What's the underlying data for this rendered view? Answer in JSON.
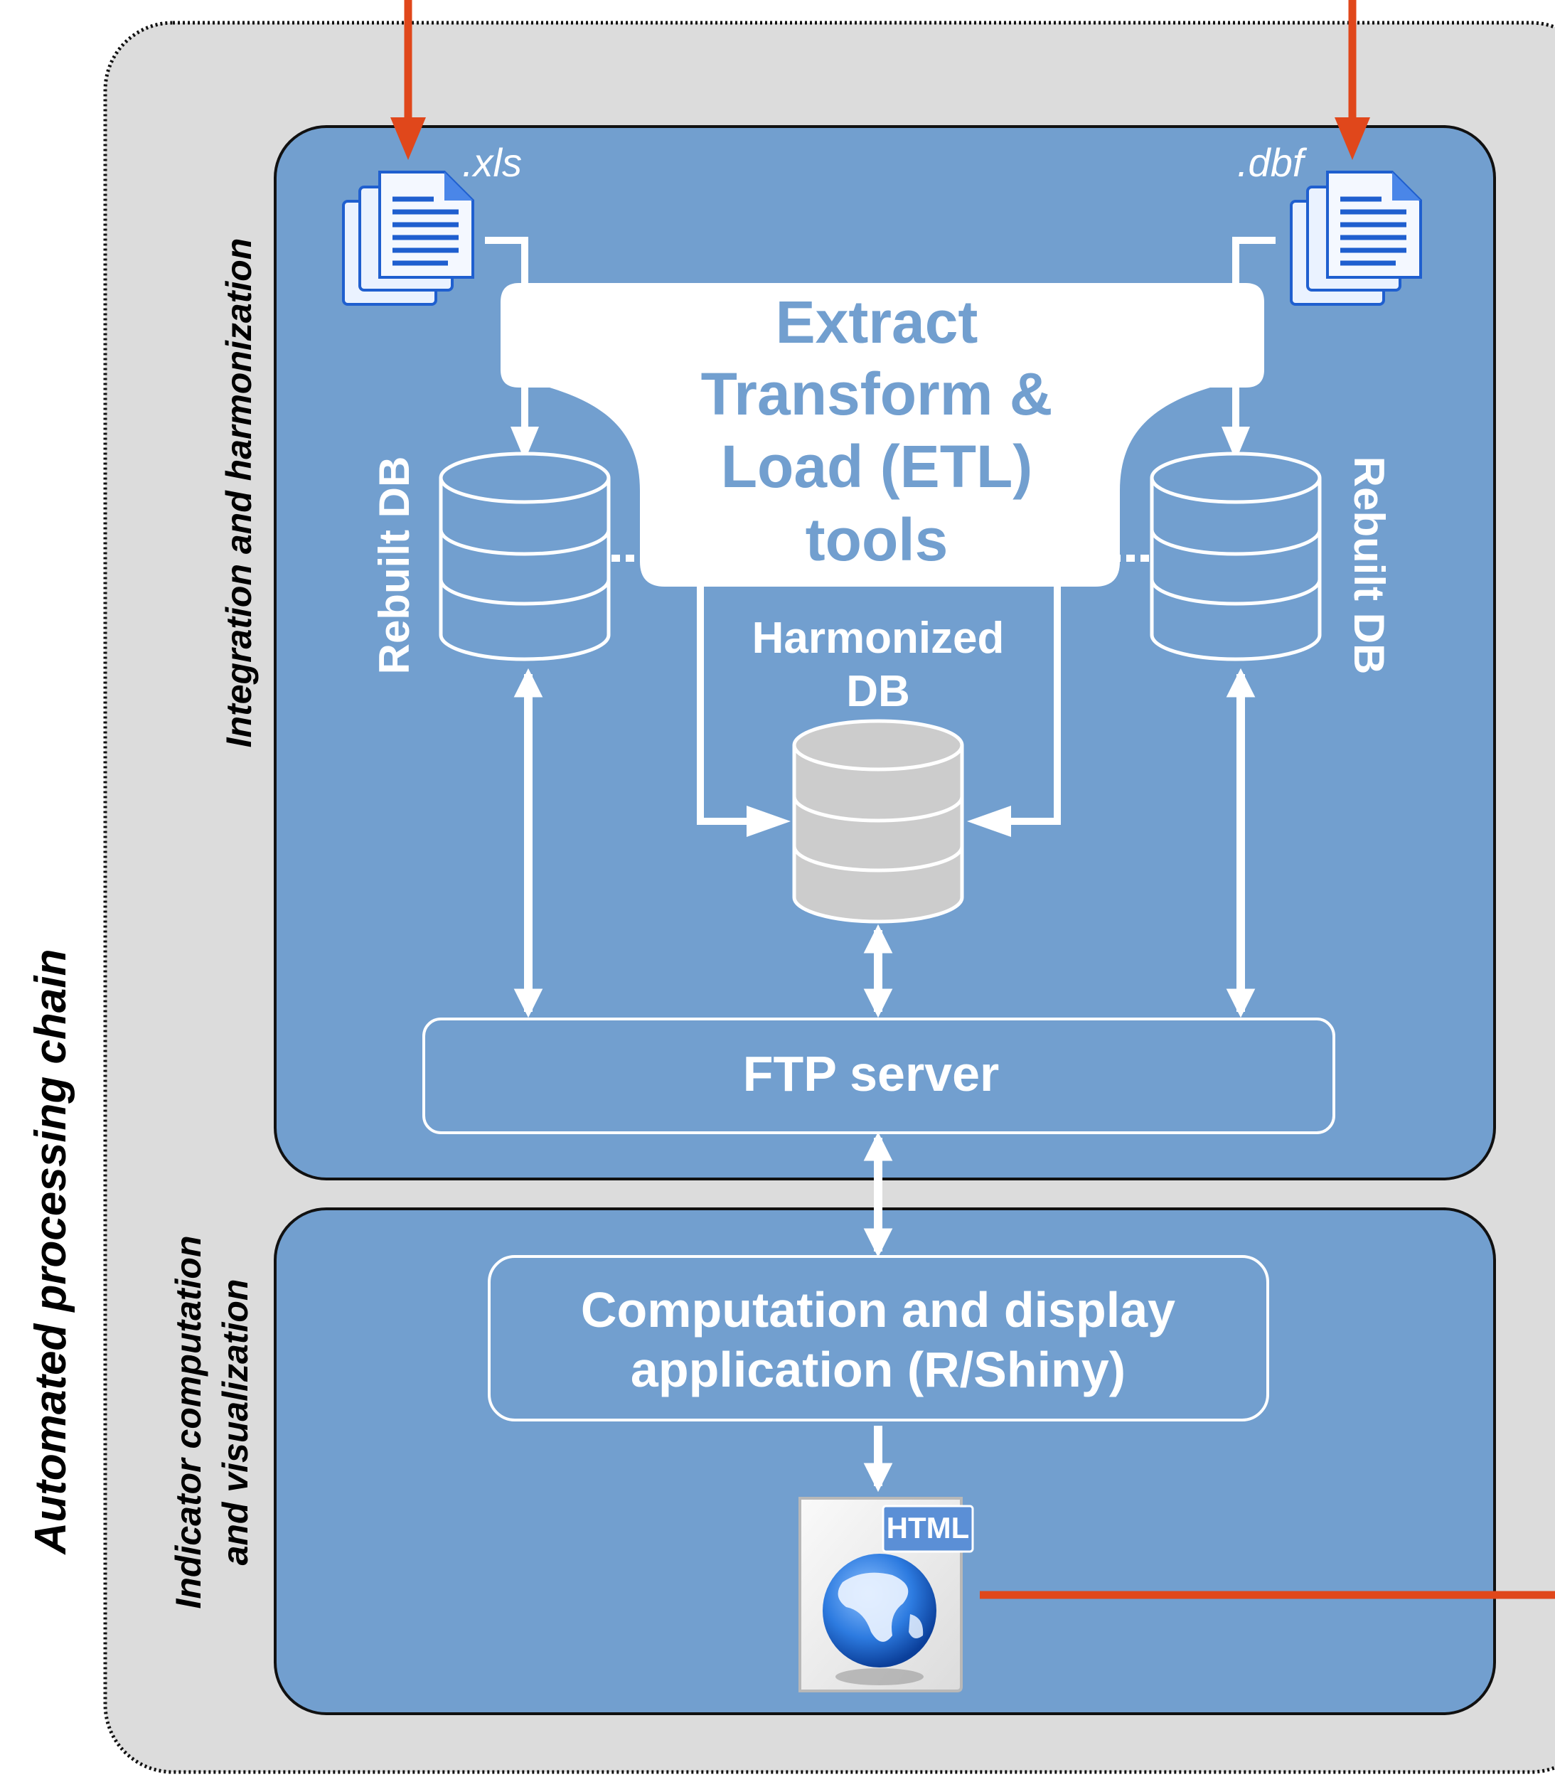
{
  "outer": {
    "label": "Automated processing chain"
  },
  "sections": {
    "integration": {
      "label": "Integration and harmonization"
    },
    "indicator": {
      "label_line1": "Indicator computation",
      "label_line2": "and visualization"
    }
  },
  "files": {
    "left_ext": ".xls",
    "right_ext": ".dbf"
  },
  "etl": {
    "lines": [
      "Extract",
      "Transform &",
      "Load (ETL)",
      "tools"
    ]
  },
  "databases": {
    "rebuilt_left": "Rebuilt DB",
    "rebuilt_right": "Rebuilt DB",
    "harmonized_line1": "Harmonized",
    "harmonized_line2": "DB"
  },
  "ftp": {
    "label": "FTP server"
  },
  "app": {
    "line1": "Computation and display",
    "line2": "application (R/Shiny)"
  },
  "output": {
    "badge": "HTML"
  },
  "colors": {
    "panel": "#729fcf",
    "background": "#dcdcdc",
    "arrow_red": "#e0471b",
    "white": "#ffffff",
    "harmonized_db": "#cccccc"
  }
}
